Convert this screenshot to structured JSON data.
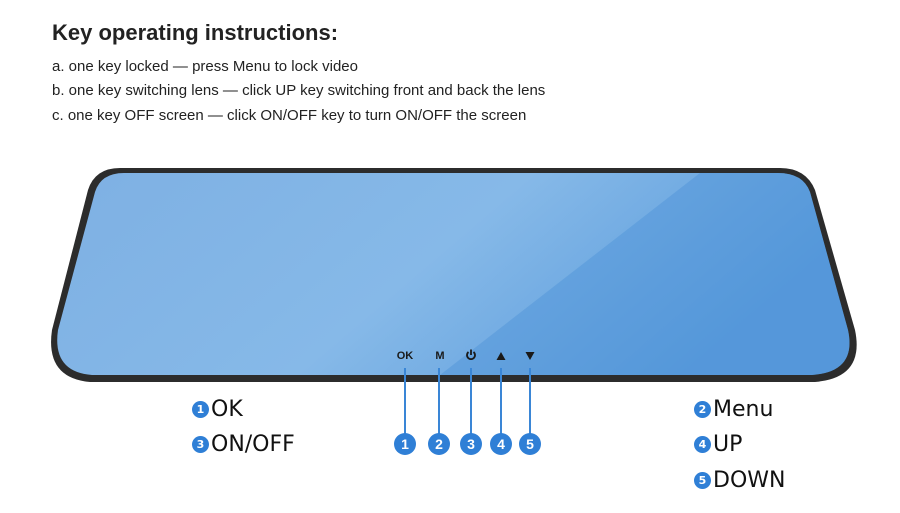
{
  "heading": "Key operating instructions:",
  "instructions": [
    "a. one key locked — press Menu to lock  video",
    "b. one key switching lens — click UP key  switching front and back the lens",
    "c. one key OFF screen — click ON/OFF key to turn ON/OFF the screen"
  ],
  "buttons": {
    "ok_label": "OK",
    "menu_label": "M",
    "power_icon": "power-icon",
    "up_icon": "triangle-up-icon",
    "down_icon": "triangle-down-icon"
  },
  "numbers": [
    "1",
    "2",
    "3",
    "4",
    "5"
  ],
  "legend": {
    "ok": {
      "num": "1",
      "label": "OK"
    },
    "menu": {
      "num": "2",
      "label": "Menu"
    },
    "onoff": {
      "num": "3",
      "label": "ON/OFF"
    },
    "up": {
      "num": "4",
      "label": "UP"
    },
    "down": {
      "num": "5",
      "label": "DOWN"
    }
  },
  "colors": {
    "accent": "#2f7fd6",
    "screen_light": "#86b6e6",
    "screen_dark": "#5d9fdd",
    "bezel": "#2c2c2c"
  }
}
